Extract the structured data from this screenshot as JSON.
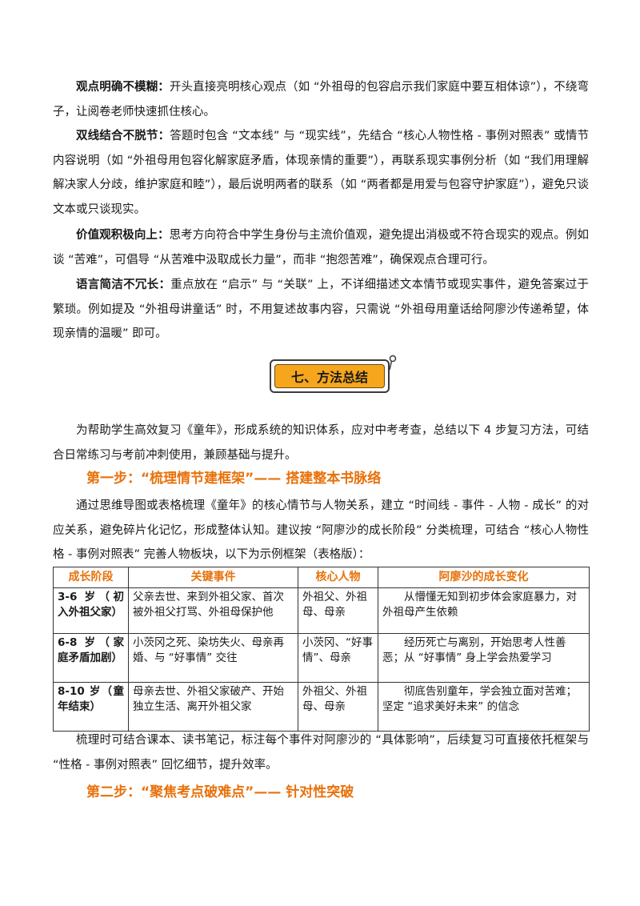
{
  "tips": [
    {
      "label": "观点明确不模糊：",
      "text": "开头直接亮明核心观点（如 “外祖母的包容启示我们家庭中要互相体谅”），不绕弯子，让阅卷老师快速抓住核心。"
    },
    {
      "label": "双线结合不脱节：",
      "text": "答题时包含 “文本线” 与 “现实线”，先结合 “核心人物性格 - 事例对照表” 或情节内容说明（如 “外祖母用包容化解家庭矛盾，体现亲情的重要”），再联系现实事例分析（如 “我们用理解解决家人分歧，维护家庭和睦”），最后说明两者的联系（如 “两者都是用爱与包容守护家庭”），避免只谈文本或只谈现实。"
    },
    {
      "label": "价值观积极向上：",
      "text": "思考方向符合中学生身份与主流价值观，避免提出消极或不符合现实的观点。例如谈 “苦难”，可倡导 “从苦难中汲取成长力量”，而非 “抱怨苦难”，确保观点合理可行。"
    },
    {
      "label": "语言简洁不冗长：",
      "text": "重点放在 “启示” 与 “关联” 上，不详细描述文本情节或现实事件，避免答案过于繁琐。例如提及 “外祖母讲童话” 时，不用复述故事内容，只需说 “外祖母用童话给阿廖沙传递希望，体现亲情的温暖” 即可。"
    }
  ],
  "section": {
    "title": "七、方法总结"
  },
  "intro": "为帮助学生高效复习《童年》，形成系统的知识体系，应对中考考查，总结以下 4 步复习方法，可结合日常练习与考前冲刺使用，兼顾基础与提升。",
  "step1": {
    "title": "第一步：“梳理情节建框架”—— 搭建整本书脉络",
    "desc": "通过思维导图或表格梳理《童年》的核心情节与人物关系，建立 “时间线 - 事件 - 人物 - 成长” 的对应关系，避免碎片化记忆，形成整体认知。建议按 “阿廖沙的成长阶段” 分类梳理，可结合 “核心人物性格 - 事例对照表” 完善人物板块，以下为示例框架（表格版）：",
    "table": {
      "headers": [
        "成长阶段",
        "关键事件",
        "核心人物",
        "阿廖沙的成长变化"
      ],
      "rows": [
        [
          "3-6 岁（初入外祖父家）",
          "父亲去世、来到外祖父家、首次被外祖父打骂、外祖母保护他",
          "外祖父、外祖母、母亲",
          "从懵懂无知到初步体会家庭暴力，对外祖母产生依赖"
        ],
        [
          "6-8 岁（家庭矛盾加剧）",
          "小茨冈之死、染坊失火、母亲再婚、与 “好事情” 交往",
          "小茨冈、“好事情”、母亲",
          "经历死亡与离别，开始思考人性善恶；从 “好事情” 身上学会热爱学习"
        ],
        [
          "8-10 岁（童年结束）",
          "母亲去世、外祖父家破产、开始独立生活、离开外祖父家",
          "外祖父、外祖母、母亲",
          "彻底告别童年，学会独立面对苦难；坚定 “追求美好未来” 的信念"
        ]
      ]
    },
    "after": "梳理时可结合课本、读书笔记，标注每个事件对阿廖沙的 “具体影响”，后续复习可直接依托框架与 “性格 - 事例对照表” 回忆细节，提升效率。"
  },
  "step2": {
    "title": "第二步：“聚焦考点破难点”—— 针对性突破"
  },
  "colors": {
    "accent": "#e8710a",
    "section_fill": "#f6a61d"
  }
}
